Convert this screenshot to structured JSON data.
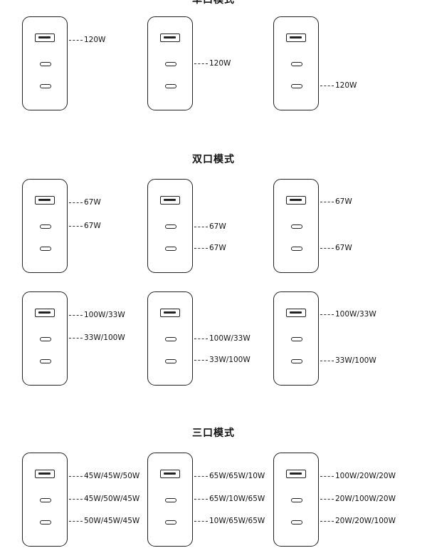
{
  "sections": [
    {
      "title": "单口模式"
    },
    {
      "title": "双口模式"
    },
    {
      "title": "三口模式"
    }
  ],
  "chargers": [
    {
      "labels": [
        "120W"
      ]
    },
    {
      "labels": [
        "120W"
      ]
    },
    {
      "labels": [
        "120W"
      ]
    },
    {
      "labels": [
        "67W",
        "67W"
      ]
    },
    {
      "labels": [
        "67W",
        "67W"
      ]
    },
    {
      "labels": [
        "67W",
        "67W"
      ]
    },
    {
      "labels": [
        "100W/33W",
        "33W/100W"
      ]
    },
    {
      "labels": [
        "100W/33W",
        "33W/100W"
      ]
    },
    {
      "labels": [
        "100W/33W",
        "33W/100W"
      ]
    },
    {
      "labels": [
        "45W/45W/50W",
        "45W/50W/45W",
        "50W/45W/45W"
      ]
    },
    {
      "labels": [
        "65W/65W/10W",
        "65W/10W/65W",
        "10W/65W/65W"
      ]
    },
    {
      "labels": [
        "100W/20W/20W",
        "20W/100W/20W",
        "20W/20W/100W"
      ]
    }
  ]
}
